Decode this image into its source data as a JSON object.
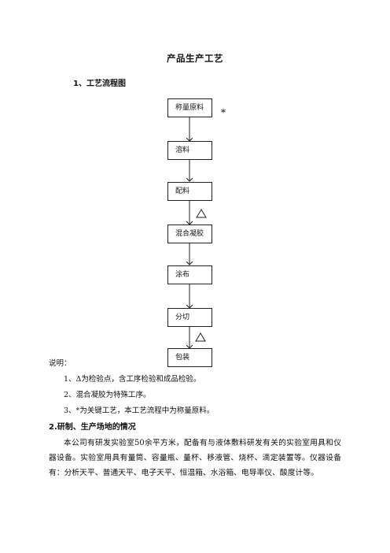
{
  "title": "产品生产工艺",
  "section1_heading": "1、工艺流程图",
  "flow_steps": [
    "称量原料",
    "溶料",
    "配料",
    "混合凝胶",
    "涂布",
    "分切",
    "包装"
  ],
  "key_mark": "*",
  "notes": {
    "label": "说明：",
    "items": [
      "1、Δ为检验点，含工序检验和成品检验。",
      "2、混合凝胶为特殊工序。",
      "3、*为关键工艺，本工艺流程中为称量原料。"
    ]
  },
  "section2_heading": "2.研制、生产场地的情况",
  "section2_body": "本公司有研发实验室50余平方米，配备有与液体敷料研发有关的实验室用具和仪器设备。实验室用具有量筒、容量瓶、量杯、移液管、烧杯、滴定装置等。仪器设备有：分析天平、普通天平、电子天平、恒温箱、水浴箱、电导率仪、酸度计等。"
}
